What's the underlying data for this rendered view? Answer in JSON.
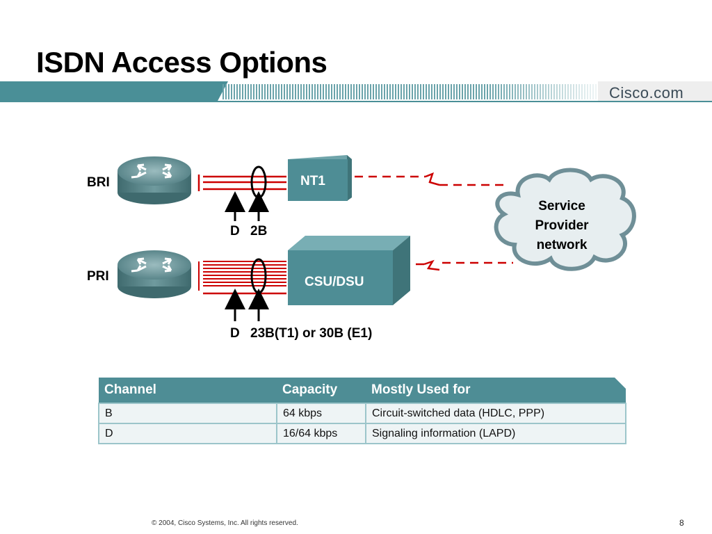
{
  "slide": {
    "title": "ISDN Access Options",
    "brand": "Cisco.com",
    "footer": "© 2004, Cisco Systems, Inc. All rights reserved.",
    "page_number": "8"
  },
  "diagram": {
    "bri": {
      "label": "BRI",
      "device": "NT1",
      "d_label": "D",
      "b_label": "2B"
    },
    "pri": {
      "label": "PRI",
      "device": "CSU/DSU",
      "d_label": "D",
      "b_label": "23B(T1) or 30B (E1)"
    },
    "cloud": {
      "line1": "Service",
      "line2": "Provider",
      "line3": "network"
    },
    "colors": {
      "line": "#cc0000",
      "device": "#4e8d95",
      "router": "#5f8d91"
    }
  },
  "table": {
    "headers": [
      "Channel",
      "Capacity",
      "Mostly Used for"
    ],
    "rows": [
      [
        "B",
        "64 kbps",
        "Circuit-switched data (HDLC, PPP)"
      ],
      [
        "D",
        "16/64 kbps",
        "Signaling information (LAPD)"
      ]
    ]
  }
}
